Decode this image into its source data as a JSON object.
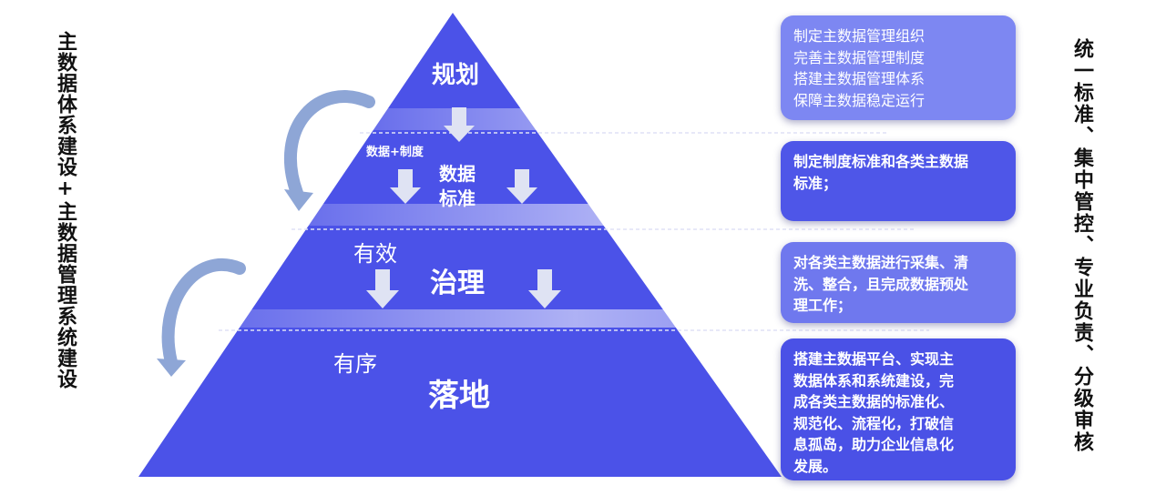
{
  "left_title": "主数据体系建设+主数据管理系统建设",
  "right_title": "统一标准、集中管控、专业负责、分级审核",
  "pyramid": {
    "levels": [
      {
        "name": "规划"
      },
      {
        "name": "数据标准",
        "name_lines": [
          "数据",
          "标准"
        ],
        "side_label": "数据+制度"
      },
      {
        "name": "治理",
        "prefix": "有效"
      },
      {
        "name": "落地",
        "prefix": "有序"
      }
    ]
  },
  "boxes": [
    {
      "lines": [
        "制定主数据管理组织",
        "完善主数据管理制度",
        "搭建主数据管理体系",
        "保障主数据稳定运行"
      ]
    },
    {
      "lines": [
        "制定制度标准和各类主数据",
        "标准；"
      ]
    },
    {
      "lines": [
        "对各类主数据进行采集、清",
        "洗、整合，且完成数据预处",
        "理工作；"
      ]
    },
    {
      "lines": [
        "搭建主数据平台、实现主",
        "数据体系和系统建设，完",
        "成各类主数据的标准化、",
        "规范化、流程化，打破信",
        "息孤岛，助力企业信息化",
        "发展。"
      ]
    }
  ],
  "colors": {
    "pyramid_fill": "#4b52e8",
    "planning_box": "#7d87f2",
    "box_dark": "#4e56e8",
    "arrow_light": "#dfe3f3",
    "curved_arrow": "#8ea6d6"
  }
}
